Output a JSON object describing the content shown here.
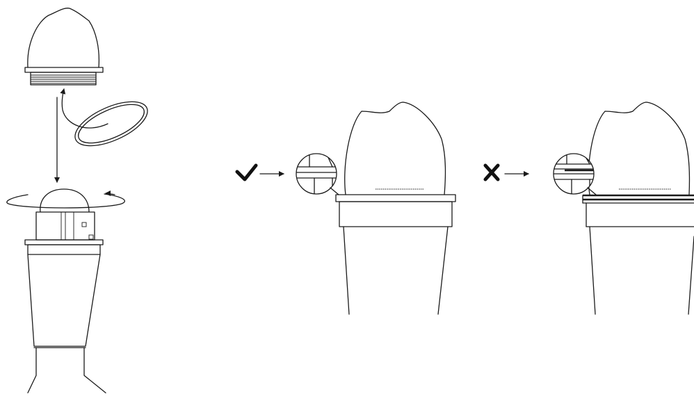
{
  "figure": {
    "description_free": true,
    "colors": {
      "stroke": "#1a1a1a",
      "background": "#ffffff"
    },
    "icons": {
      "correct": "checkmark-icon",
      "incorrect": "cross-icon"
    },
    "steps": [
      {
        "id": "disassemble-and-remove-gasket"
      },
      {
        "id": "reassemble-and-twist"
      },
      {
        "id": "correct-seal"
      },
      {
        "id": "incorrect-seal"
      }
    ]
  }
}
